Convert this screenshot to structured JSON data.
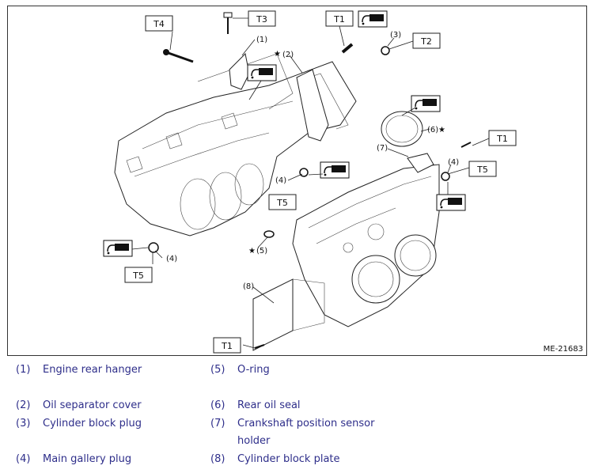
{
  "figure": {
    "id_label": "ME-21683",
    "callouts": {
      "t4": "T4",
      "t3": "T3",
      "t1_top": "T1",
      "t2": "T2",
      "t1_right": "T1",
      "t5_right": "T5",
      "t5_mid": "T5",
      "t5_left": "T5",
      "t1_bottom": "T1"
    },
    "part_labels": {
      "p1": "(1)",
      "p2": "(2)",
      "p3": "(3)",
      "p6": "(6)",
      "p7": "(7)",
      "p4_right": "(4)",
      "p4_mid": "(4)",
      "p4_left": "(4)",
      "p5": "(5)",
      "p8": "(8)"
    },
    "star_glyph": "★"
  },
  "legend": [
    {
      "num": "(1)",
      "text": "Engine rear hanger"
    },
    {
      "num": "(2)",
      "text": "Oil separator cover"
    },
    {
      "num": "(3)",
      "text": "Cylinder block plug"
    },
    {
      "num": "(4)",
      "text": "Main gallery plug"
    },
    {
      "num": "(5)",
      "text": "O-ring"
    },
    {
      "num": "(6)",
      "text": "Rear oil seal"
    },
    {
      "num": "(7)",
      "text": "Crankshaft position sensor holder"
    },
    {
      "num": "(8)",
      "text": "Cylinder block plate"
    }
  ]
}
